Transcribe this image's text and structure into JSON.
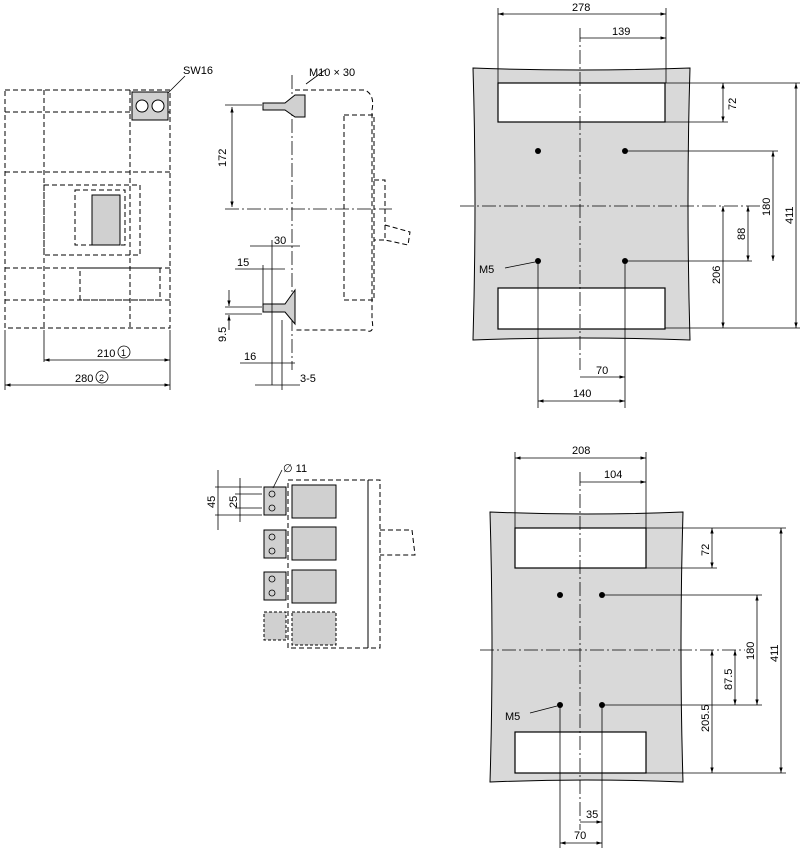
{
  "front_view": {
    "sw_label": "SW16",
    "dim_210": "210",
    "dim_210_note": "1",
    "dim_280": "280",
    "dim_280_note": "2"
  },
  "side_view": {
    "bolt_label": "M10 × 30",
    "dim_172": "172",
    "dim_30": "30",
    "dim_15": "15",
    "dim_9_5": "9.5",
    "dim_16": "16",
    "dim_3_5": "3-5"
  },
  "terminal_view": {
    "hole_label": "∅ 11",
    "dim_45": "45",
    "dim_25": "25"
  },
  "cutout_top": {
    "dim_278": "278",
    "dim_139": "139",
    "dim_72": "72",
    "dim_180": "180",
    "dim_411": "411",
    "dim_88": "88",
    "dim_206": "206",
    "screw_label": "M5",
    "dim_70": "70",
    "dim_140": "140"
  },
  "cutout_bottom": {
    "dim_208": "208",
    "dim_104": "104",
    "dim_72": "72",
    "dim_180": "180",
    "dim_411": "411",
    "dim_87_5": "87.5",
    "dim_205_5": "205.5",
    "screw_label": "M5",
    "dim_35": "35",
    "dim_70": "70"
  }
}
